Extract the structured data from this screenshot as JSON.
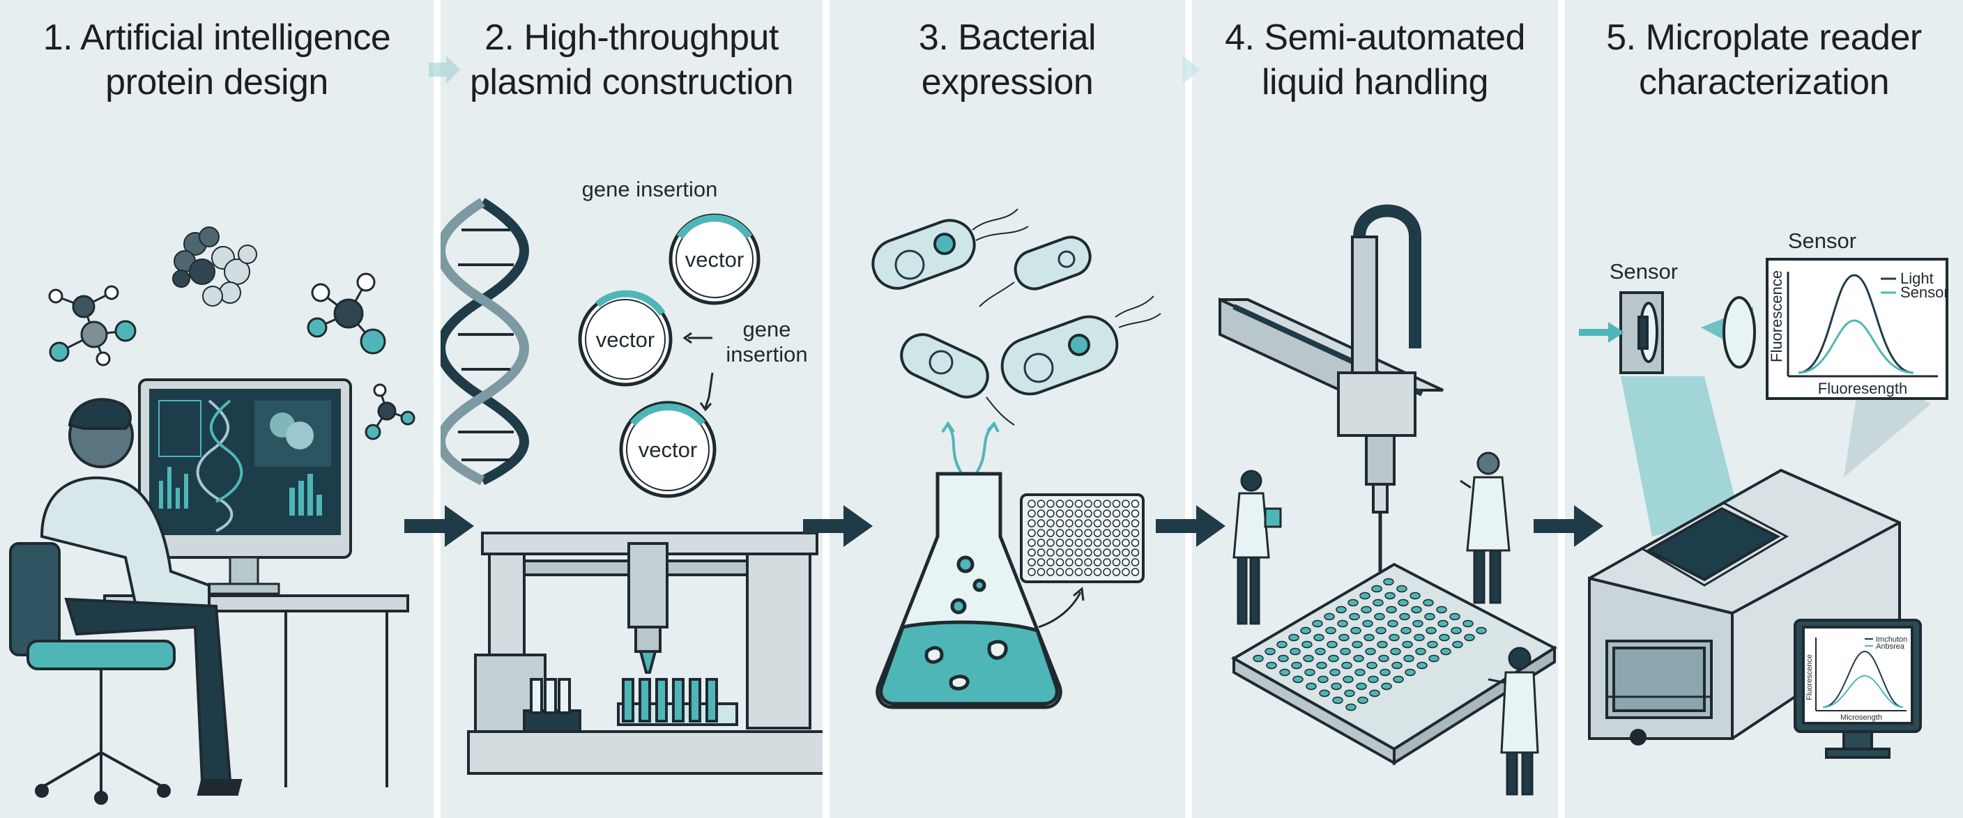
{
  "panels": [
    {
      "number_title_line1": "1. Artificial intelligence",
      "line2": "protein design"
    },
    {
      "number_title_line1": "2. High-throughput",
      "line2": "plasmid construction"
    },
    {
      "number_title_line1": "3. Bacterial",
      "line2": "expression"
    },
    {
      "number_title_line1": "4. Semi-automated",
      "line2": "liquid handling"
    },
    {
      "number_title_line1": "5. Microplate reader",
      "line2": "characterization"
    }
  ],
  "plasmid_labels": {
    "gene_insertion_top": "gene insertion",
    "vector_top": "vector",
    "vector_left": "vector",
    "gene_label_line1": "gene",
    "gene_label_line2": "insertion",
    "vector_bottom": "vector"
  },
  "reader_labels": {
    "sensor_left": "Sensor",
    "sensor_chart_title": "Sensor",
    "legend_light": "Light",
    "legend_sensor": "Sensor",
    "y_axis": "Fluorescence",
    "x_axis": "Fluoresength",
    "monitor_y_axis": "Fluorescence",
    "monitor_x_axis": "Microsength",
    "monitor_legend_1": "Imchuton",
    "monitor_legend_2": "Anbsrea"
  },
  "colors": {
    "panel_bg": "#e6eef0",
    "teal_accent": "#4fb6b8",
    "dark_navy": "#173845",
    "outline": "#1f2a30"
  }
}
